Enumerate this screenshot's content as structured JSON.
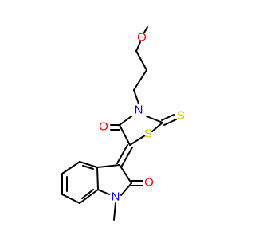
{
  "molecule": {
    "atoms": {
      "methoxy_o": {
        "symbol": "O",
        "color": "#ff0000"
      },
      "ring_n": {
        "symbol": "N",
        "color": "#0000ff"
      },
      "carbonyl_o": {
        "symbol": "O",
        "color": "#ff0000"
      },
      "ring_s": {
        "symbol": "S",
        "color": "#cccc00"
      },
      "thione_s": {
        "symbol": "S",
        "color": "#cccc00"
      },
      "indole_n": {
        "symbol": "N",
        "color": "#0000ff"
      },
      "lactam_o": {
        "symbol": "O",
        "color": "#ff0000"
      }
    },
    "bond_color": "#000000",
    "background": "#ffffff"
  }
}
